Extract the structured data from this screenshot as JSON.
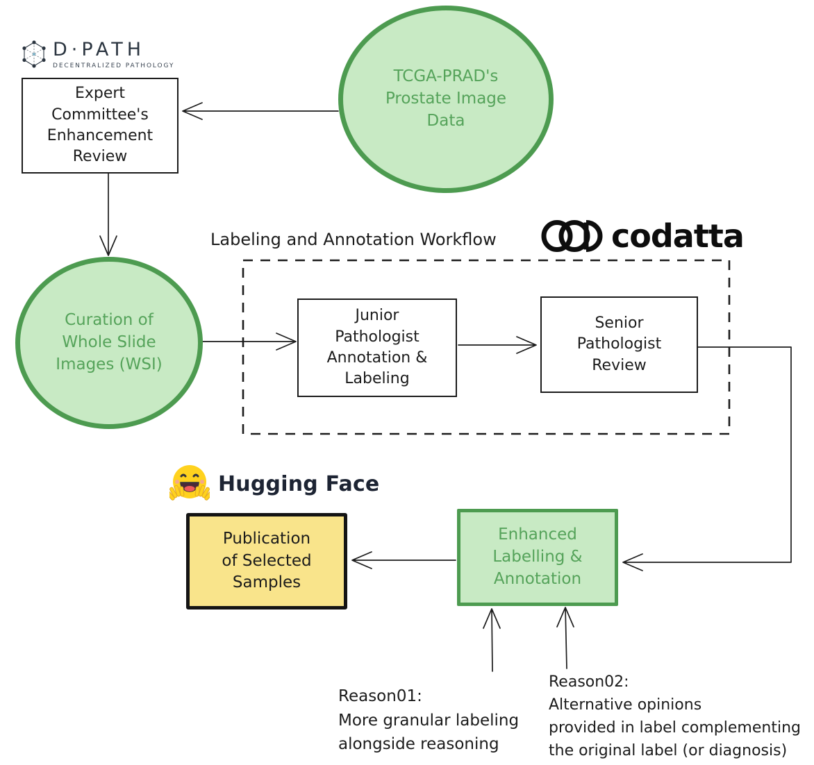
{
  "colors": {
    "ink": "#1b1b1b",
    "green_stroke": "#4d9b50",
    "green_fill": "#c8eac4",
    "green_text": "#55a35a",
    "yellow_fill": "#f9e48b",
    "dark_navy": "#1d2433"
  },
  "logos": {
    "dpath": {
      "title": "D·PATH",
      "subtitle": "DECENTRALIZED PATHOLOGY",
      "icon": "hexagon-network-icon"
    },
    "codatta": {
      "title": "codatta",
      "icon": "interlocked-rings-icon"
    },
    "huggingface": {
      "title": "Hugging Face",
      "icon": "hugging-face-emoji-icon"
    }
  },
  "labels": {
    "workflow_title": "Labeling and Annotation Workflow"
  },
  "nodes": {
    "tcga": {
      "shape": "ellipse",
      "fill": "green",
      "text": "TCGA-PRAD's\nProstate Image\nData"
    },
    "expert": {
      "shape": "rect",
      "fill": "white",
      "text": "Expert\nCommittee's\nEnhancement\nReview"
    },
    "curation": {
      "shape": "ellipse",
      "fill": "green",
      "text": "Curation of\nWhole Slide\nImages (WSI)"
    },
    "junior": {
      "shape": "rect",
      "fill": "white",
      "text": "Junior\nPathologist\nAnnotation &\nLabeling"
    },
    "senior": {
      "shape": "rect",
      "fill": "white",
      "text": "Senior\nPathologist\nReview"
    },
    "publication": {
      "shape": "rect",
      "fill": "yellow",
      "text": "Publication\nof Selected\nSamples"
    },
    "enhanced": {
      "shape": "rect",
      "fill": "green",
      "text": "Enhanced\nLabelling &\nAnnotation"
    }
  },
  "annotations": {
    "reason1": {
      "text": "Reason01:\nMore granular labeling\nalongside reasoning"
    },
    "reason2": {
      "text": "Reason02:\nAlternative opinions\nprovided in label complementing\nthe original label (or diagnosis)"
    }
  },
  "edges": [
    "tcga -> expert",
    "expert -> curation",
    "curation -> junior",
    "junior -> senior",
    "senior -> enhanced",
    "enhanced -> publication",
    "reason1 -> enhanced",
    "reason2 -> enhanced"
  ]
}
